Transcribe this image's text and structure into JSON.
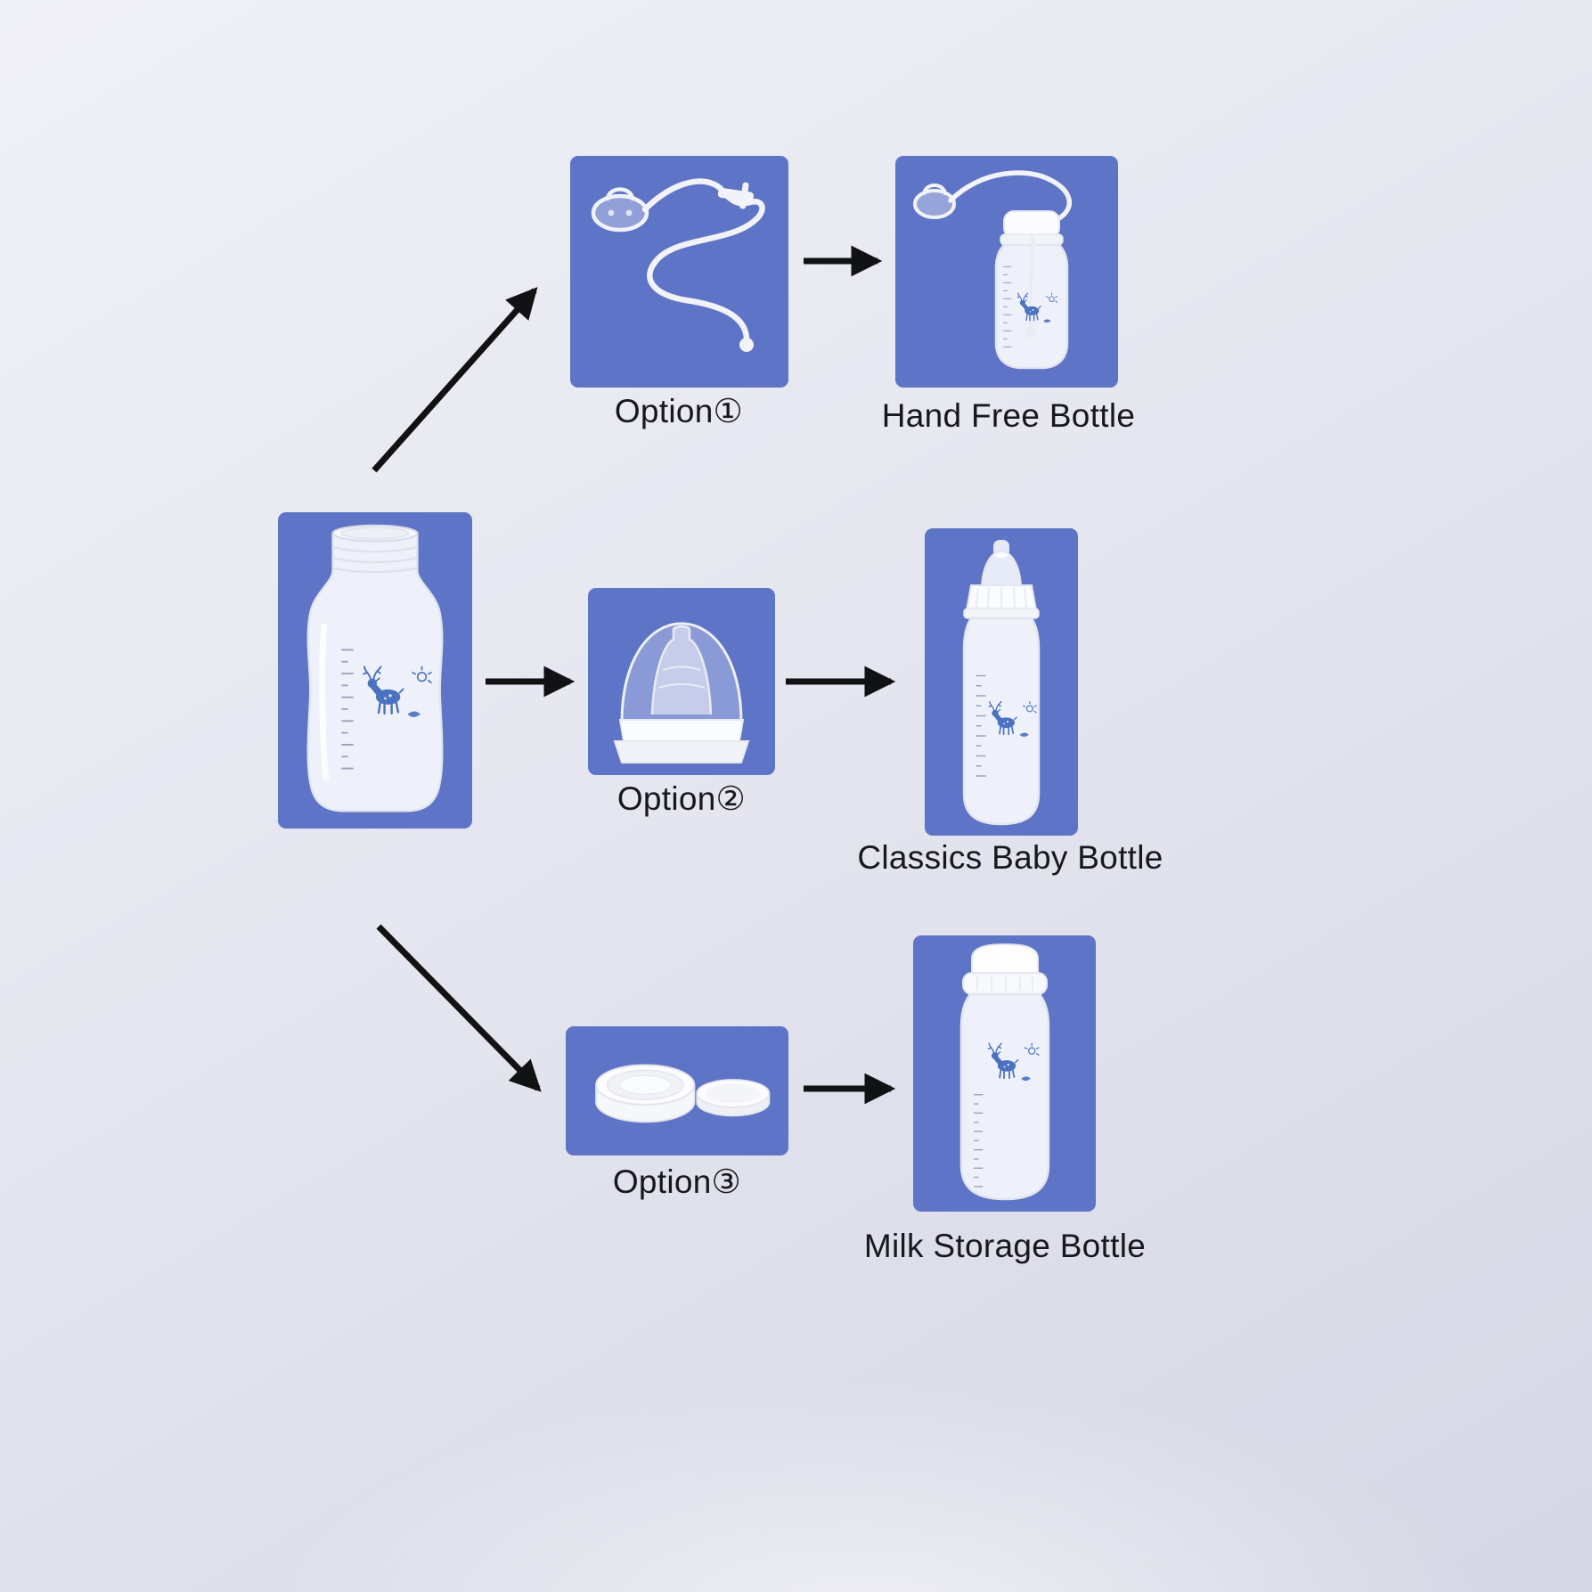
{
  "diagram": {
    "base": {
      "icon": "glass-bottle"
    },
    "options": [
      {
        "label": "Option①",
        "icon": "pacifier-feeding-tube",
        "result": {
          "label": "Hand Free Bottle",
          "icon": "hand-free-bottle"
        }
      },
      {
        "label": "Option②",
        "icon": "wide-neck-teat",
        "result": {
          "label": "Classics Baby Bottle",
          "icon": "classic-baby-bottle"
        }
      },
      {
        "label": "Option③",
        "icon": "sealing-discs",
        "result": {
          "label": "Milk Storage Bottle",
          "icon": "milk-storage-bottle"
        }
      }
    ]
  },
  "colors": {
    "tile": "#5e74c6",
    "deer_blue": "#4a72c0",
    "arrow": "#111214",
    "label_text": "#17181d",
    "background_top": "#f0f0f7",
    "background_bottom": "#d6d6e5"
  }
}
